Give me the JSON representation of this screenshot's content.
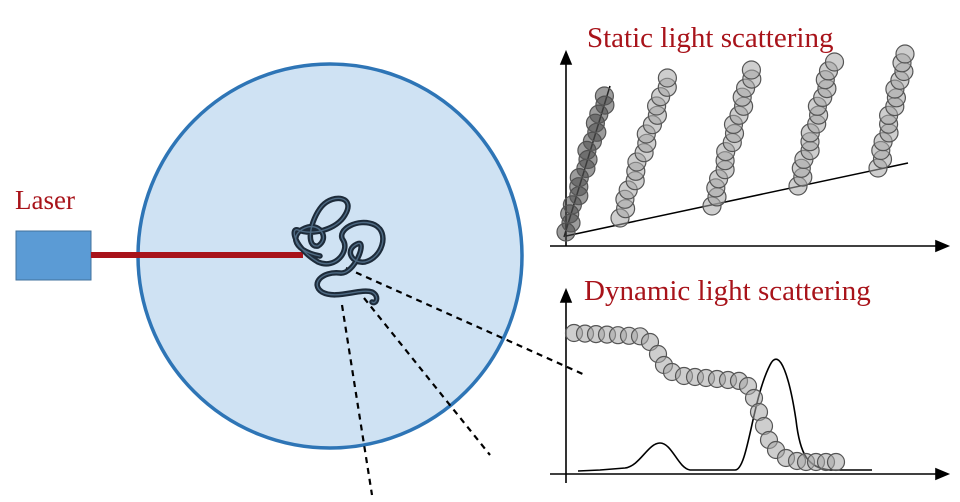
{
  "labels": {
    "laser": "Laser",
    "static_title": "Static light scattering",
    "dynamic_title": "Dynamic light scattering"
  },
  "colors": {
    "title": "#a8131a",
    "laser_box": "#5b9bd5",
    "laser_beam": "#a8131a",
    "cell_fill": "#cfe2f3",
    "cell_stroke": "#2e75b6",
    "polymer": "#1d2b3a",
    "marker_fill": "#a0a0a0",
    "marker_stroke": "#555555"
  },
  "icons": {
    "laser": "laser-source-icon",
    "cell": "sample-cell-icon",
    "polymer": "polymer-coil-icon"
  }
}
